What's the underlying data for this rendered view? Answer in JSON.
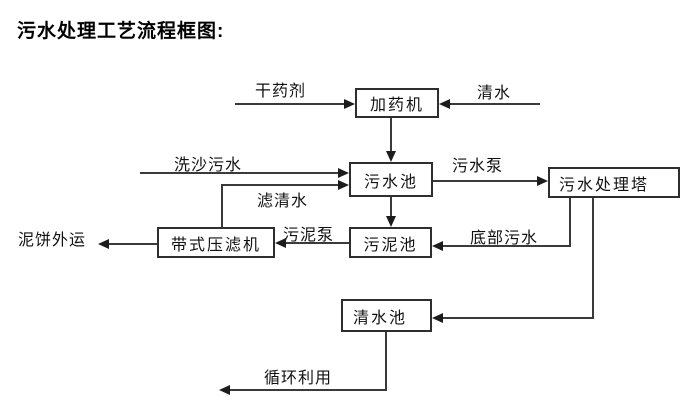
{
  "title": "污水处理工艺流程框图:",
  "nodes": {
    "dosing_machine": "加药机",
    "sewage_pool": "污水池",
    "treatment_tower": "污水处理塔",
    "sludge_pool": "污泥池",
    "belt_filter_press": "带式压滤机",
    "clear_water_pool": "清水池"
  },
  "edges": {
    "dry_agent": "干药剂",
    "clear_water": "清水",
    "sand_washing_sewage": "洗沙污水",
    "filtered_water": "滤清水",
    "sewage_pump": "污水泵",
    "sludge_pump": "污泥泵",
    "bottom_sewage": "底部污水",
    "mud_cake_out": "泥饼外运",
    "recycle": "循环利用"
  },
  "colors": {
    "background": "#ffffff",
    "line": "#3a3a3a",
    "text": "#111111"
  }
}
